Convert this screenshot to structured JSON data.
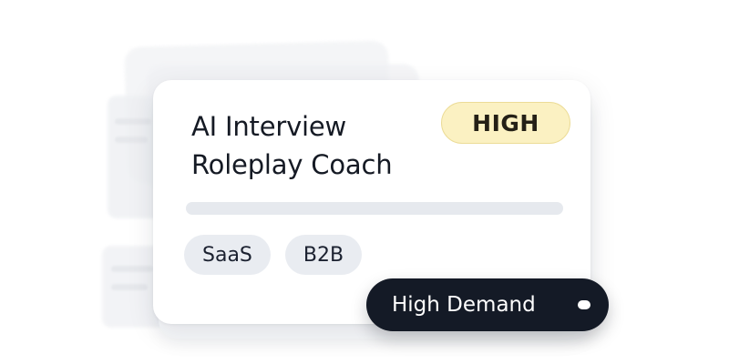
{
  "card": {
    "title_line1": "AI Interview",
    "title_line2": "Roleplay Coach",
    "priority": "HIGH",
    "tags": [
      "SaaS",
      "B2B"
    ]
  },
  "demand_badge": {
    "label": "High Demand"
  },
  "colors": {
    "priority_bg": "#fbf1c2",
    "tag_bg": "#e9ecf1",
    "demand_bg": "#141a26"
  }
}
